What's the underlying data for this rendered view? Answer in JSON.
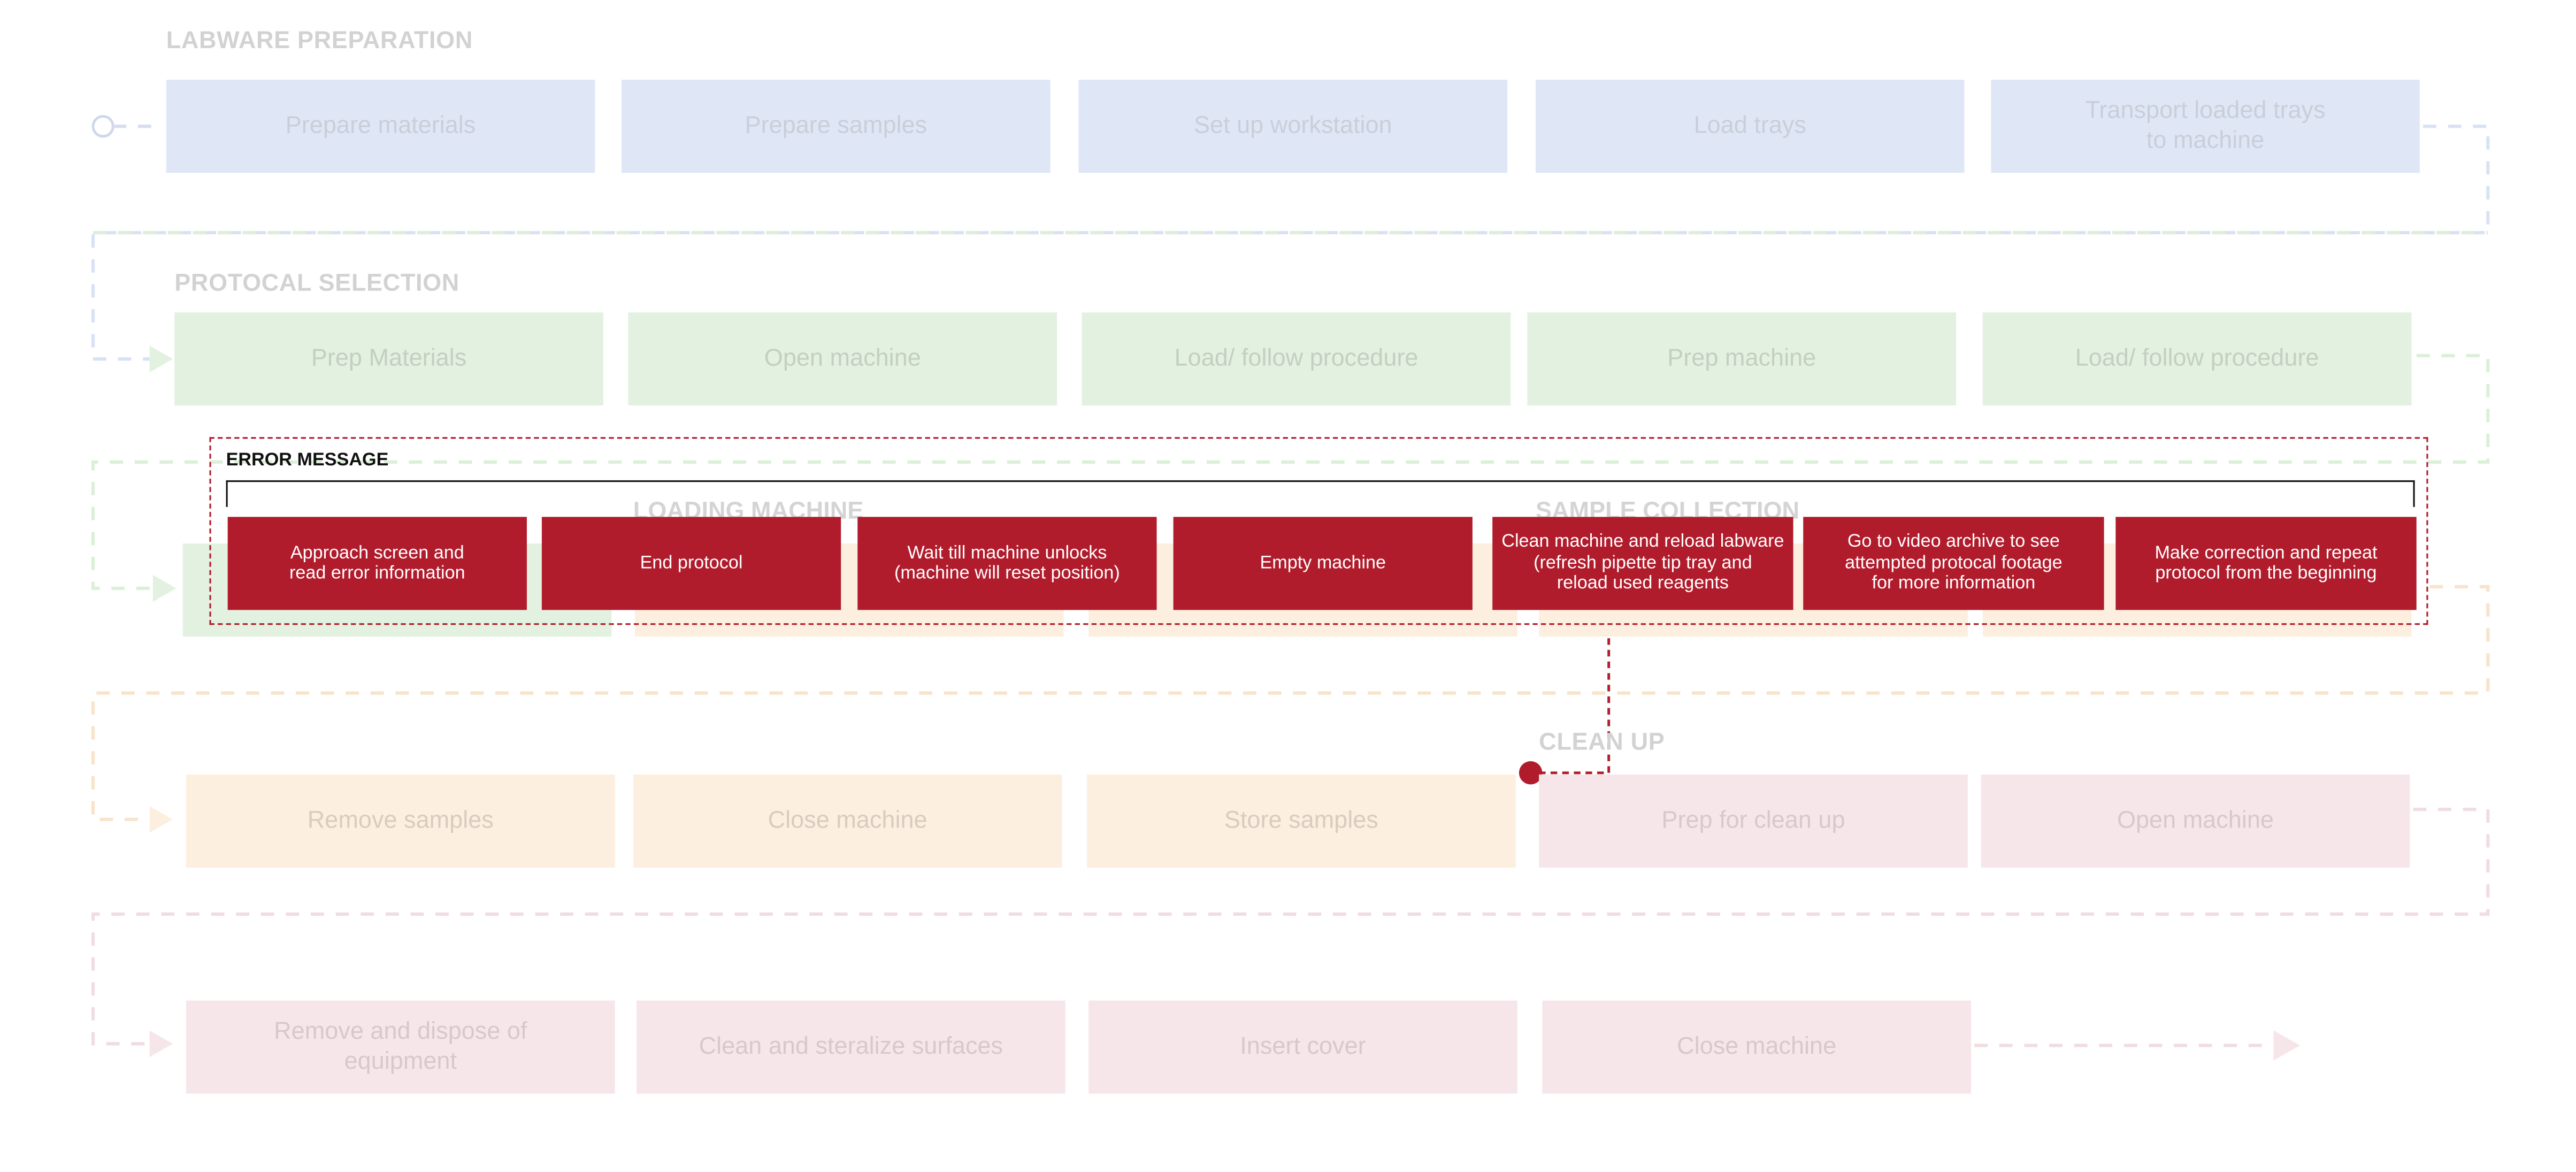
{
  "sections": {
    "labware": "LABWARE PREPARATION",
    "protocol": "PROTOCAL SELECTION",
    "loading": "LOADING MACHINE",
    "sample": "SAMPLE COLLECTION",
    "cleanup": "CLEAN UP"
  },
  "rows": {
    "row1": [
      "Prepare materials",
      "Prepare samples",
      "Set up workstation",
      "Load trays",
      "Transport loaded trays\nto machine"
    ],
    "row2": [
      "Prep Materials",
      "Open machine",
      "Load/ follow procedure",
      "Prep machine",
      "Load/ follow procedure"
    ],
    "row4": [
      "Remove samples",
      "Close machine",
      "Store samples",
      "Prep for clean up",
      "Open machine"
    ],
    "row5": [
      "Remove and dispose of\nequipment",
      "Clean and steralize surfaces",
      "Insert cover",
      "Close machine"
    ]
  },
  "error": {
    "title": "ERROR MESSAGE",
    "steps": [
      "Approach screen and\nread error information",
      "End protocol",
      "Wait till machine unlocks\n(machine will reset position)",
      "Empty machine",
      "Clean machine and reload labware\n(refresh pipette tip tray and\nreload used reagents",
      "Go to video archive to see\nattempted protocal footage\nfor more information",
      "Make correction and repeat\nprotocol from the beginning"
    ]
  },
  "colors": {
    "labware": "#dfe7f7",
    "protocol": "#e2f1e0",
    "sample": "#fcefdf",
    "cleanup": "#f6e6e9",
    "error": "#b11c2c"
  }
}
